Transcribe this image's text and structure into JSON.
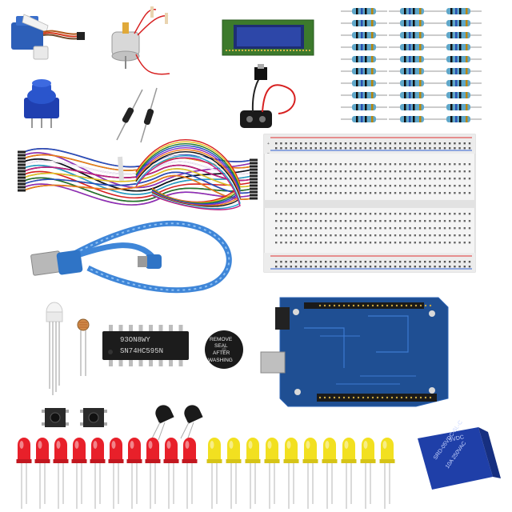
{
  "scene": {
    "background": "#ffffff",
    "description_colors": {
      "led_red": "#e8202a",
      "led_yellow": "#f2e020",
      "arduino_blue": "#1f4f93",
      "usb_cable": "#3f86d8",
      "breadboard": "#f2f2f2",
      "lcd_green": "#3c7a2c",
      "relay_blue": "#1f3fa8"
    }
  },
  "components": {
    "chip": {
      "line1": "93ON8WY",
      "line2": "SN74HC595N"
    },
    "buzzer": {
      "line1": "REMOVE",
      "line2": "SEAL",
      "line3": "AFTER",
      "line4": "WASHING"
    },
    "relay": {
      "line1": "5VDC",
      "line2": "SRD-05VDC-SL-C",
      "line3": "10A 250VAC"
    },
    "breadboard": {
      "plus": "+",
      "minus": "−"
    },
    "counts": {
      "red_leds": 10,
      "yellow_leds": 10,
      "resistors": 30,
      "jumpers": 65
    }
  }
}
